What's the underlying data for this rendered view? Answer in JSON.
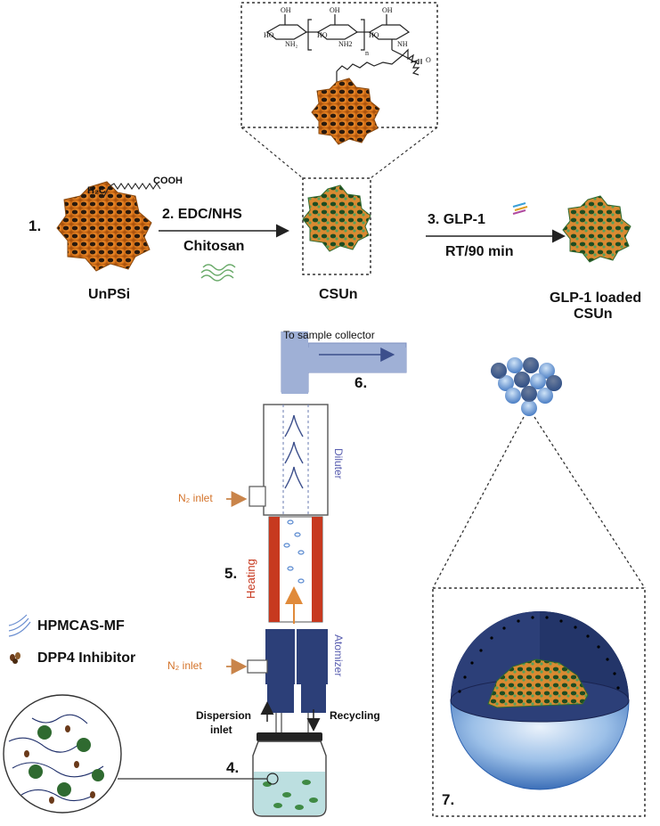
{
  "labels": {
    "step1": "1.",
    "step2_line1": "2. EDC/NHS",
    "step2_line2": "Chitosan",
    "step3_line1": "3. GLP-1",
    "step3_line2": "RT/90 min",
    "step4": "4.",
    "step5": "5.",
    "step6": "6.",
    "step7": "7.",
    "unpsi": "UnPSi",
    "csun": "CSUn",
    "glp1_line1": "GLP-1 loaded",
    "glp1_line2": "CSUn",
    "cooh": "COOH",
    "h2c": "H₂C",
    "to_collector": "To sample collector",
    "n2_inlet_top": "N₂ inlet",
    "n2_inlet_bottom": "N₂ inlet",
    "heating": "Heating",
    "diluter": "Diluter",
    "atomizer": "Atomizer",
    "dispersion_line1": "Dispersion",
    "dispersion_line2": "inlet",
    "recycling": "Recycling",
    "legend_hpmcas": "HPMCAS-MF",
    "legend_dpp4": "DPP4 Inhibitor",
    "chem_oh1": "OH",
    "chem_ho1": "HO",
    "chem_nh2_1": "NH₂",
    "chem_oh2": "OH",
    "chem_ho2": "HO",
    "chem_nh2_2": "NH2",
    "chem_oh3": "OH",
    "chem_ho3": "HO",
    "chem_nh": "NH",
    "chem_n": "n",
    "chem_o": "O"
  },
  "colors": {
    "particle_orange": "#e07a1c",
    "particle_green": "#2f7a3a",
    "tube_blue": "#2c3f78",
    "tube_light": "#9fb0d6",
    "heater_red": "#c7391f",
    "arrow_orange": "#e08a3a",
    "sphere_blue": "#4a7fc6"
  }
}
